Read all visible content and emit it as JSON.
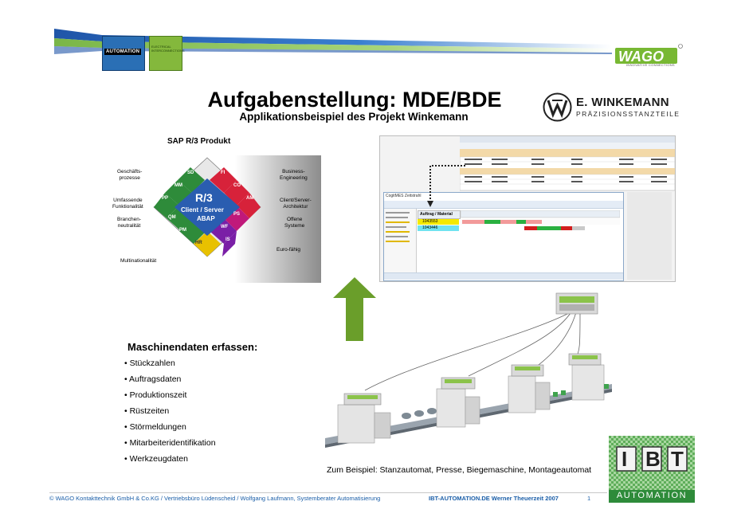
{
  "header": {
    "logo_automation": "AUTOMATION",
    "logo_electrical": "ELECTRICAL INTERCONNECTIONS",
    "wago_logo": "WAGO",
    "wago_sub": "INNOVATIVE CONNECTIONS",
    "colors": {
      "band_blue": "#1f55a8",
      "band_green": "#8bc34a"
    }
  },
  "title": "Aufgabenstellung: MDE/BDE",
  "subtitle": "Applikationsbeispiel des Projekt  Winkemann",
  "winkemann": {
    "name": "E. WINKEMANN",
    "sub": "PRÄZISIONSSTANZTEILE"
  },
  "sap": {
    "title": "SAP R/3 Produkt",
    "center_title": "R/3",
    "center_line1": "Client / Server",
    "center_line2": "ABAP",
    "left_labels": [
      "Geschäfts-\nprozesse",
      "Umfassende\nFunktionalität",
      "Branchen-\nneutralität",
      "Multinationalität"
    ],
    "right_labels": [
      "Business-\nEngineering",
      "Client/Server-\nArchitektur",
      "Offene\nSysteme",
      "Euro-fähig"
    ],
    "modules": [
      {
        "code": "SD",
        "color": "#2e8b3a"
      },
      {
        "code": "MM",
        "color": "#2e8b3a"
      },
      {
        "code": "PP",
        "color": "#2e8b3a"
      },
      {
        "code": "QM",
        "color": "#2e8b3a"
      },
      {
        "code": "PM",
        "color": "#2e8b3a"
      },
      {
        "code": "HR",
        "color": "#e8c100"
      },
      {
        "code": "FI",
        "color": "#d7223a"
      },
      {
        "code": "CO",
        "color": "#d7223a"
      },
      {
        "code": "AM",
        "color": "#d7223a"
      },
      {
        "code": "PS",
        "color": "#c0197a"
      },
      {
        "code": "WF",
        "color": "#7a1fa6"
      },
      {
        "code": "IS",
        "color": "#7a1fa6"
      }
    ]
  },
  "mes": {
    "window_title": "CogitMES Zeitstrahl",
    "col_header": "Auftrag / Material",
    "rows": [
      "1043553",
      "1043446"
    ],
    "row_colors": [
      "#f4e900",
      "#6fe3f0"
    ]
  },
  "bullets": {
    "heading": "Maschinendaten erfassen:",
    "items": [
      "• Stückzahlen",
      "• Auftragsdaten",
      "• Produktionszeit",
      "• Rüstzeiten",
      "• Störmeldungen",
      "• Mitarbeiteridentifikation",
      "• Werkzeugdaten"
    ]
  },
  "machines_caption": "Zum Beispiel: Stanzautomat, Presse, Biegemaschine, Montageautomat",
  "ibt": {
    "letters": [
      "I",
      "B",
      "T"
    ],
    "word": "AUTOMATION"
  },
  "footer": {
    "left": "© WAGO Kontakttechnik GmbH & Co.KG / Vertriebsbüro Lüdenscheid / Wolfgang Laufmann, Systemberater Automatisierung",
    "mid": "IBT-AUTOMATION.DE  Werner Theuerzeit   2007",
    "page": "1"
  }
}
